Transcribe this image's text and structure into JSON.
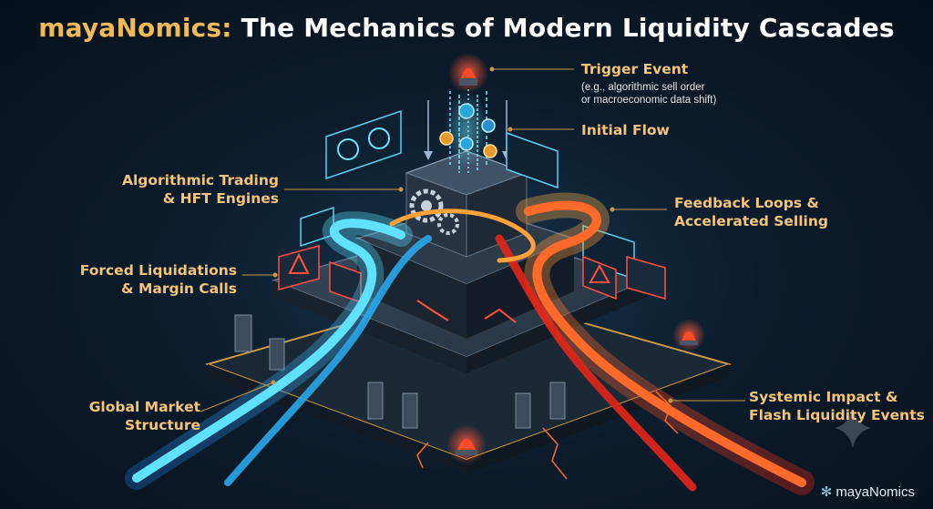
{
  "title": {
    "brand": "mayaNomics:",
    "rest": "The Mechanics of Modern Liquidity Cascades"
  },
  "labels": {
    "trigger": {
      "title": "Trigger Event",
      "sub1": "(e.g., algorithmic sell order",
      "sub2": "or macroeconomic data shift)"
    },
    "initial_flow": "Initial Flow",
    "algo_line1": "Algorithmic Trading",
    "algo_line2": "& HFT Engines",
    "feedback_line1": "Feedback Loops &",
    "feedback_line2": "Accelerated Selling",
    "forced_line1": "Forced Liquidations",
    "forced_line2": "& Margin Calls",
    "global_line1": "Global Market",
    "global_line2": "Structure",
    "systemic_line1": "Systemic Impact &",
    "systemic_line2": "Flash Liquidity Events"
  },
  "footer": {
    "brand": "mayaNomics",
    "icon": "sparkle-icon"
  },
  "colors": {
    "accent": "#f3c479",
    "cool_flow": "#38c8f5",
    "hot_flow": "#ff4a2a",
    "base": "#1b2836"
  }
}
